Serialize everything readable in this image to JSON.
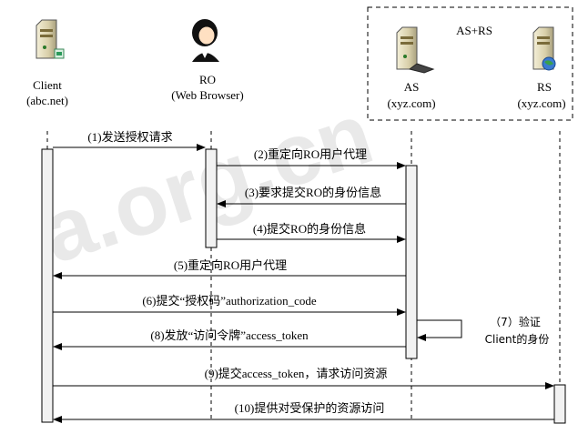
{
  "participants": {
    "client": {
      "name": "Client",
      "domain": "(abc.net)",
      "icon": "server-client-icon"
    },
    "ro": {
      "name": "RO",
      "sub": "(Web Browser)",
      "icon": "user-avatar-icon"
    },
    "as": {
      "name": "AS",
      "domain": "(xyz.com)",
      "icon": "server-as-icon"
    },
    "rs": {
      "name": "RS",
      "domain": "(xyz.com)",
      "icon": "server-rs-icon"
    },
    "group_label": "AS+RS"
  },
  "messages": [
    {
      "label": "(1)发送授权请求"
    },
    {
      "label": "(2)重定向RO用户代理"
    },
    {
      "label": "(3)要求提交RO的身份信息"
    },
    {
      "label": "(4)提交RO的身份信息"
    },
    {
      "label": "(5)重定向RO用户代理"
    },
    {
      "label": "(6)提交“授权码”authorization_code"
    },
    {
      "label": "(8)发放“访问令牌”access_token"
    },
    {
      "label": "(9)提交access_token，请求访问资源"
    },
    {
      "label": "(10)提供对受保护的资源访问"
    }
  ],
  "self_note": {
    "line1": "（7）验证",
    "line2": "Client的身份"
  },
  "watermark": "a.org.cn",
  "colors": {
    "line": "#000000",
    "activation_fill": "#f2f2f2",
    "watermark": "#d0d0d0"
  }
}
